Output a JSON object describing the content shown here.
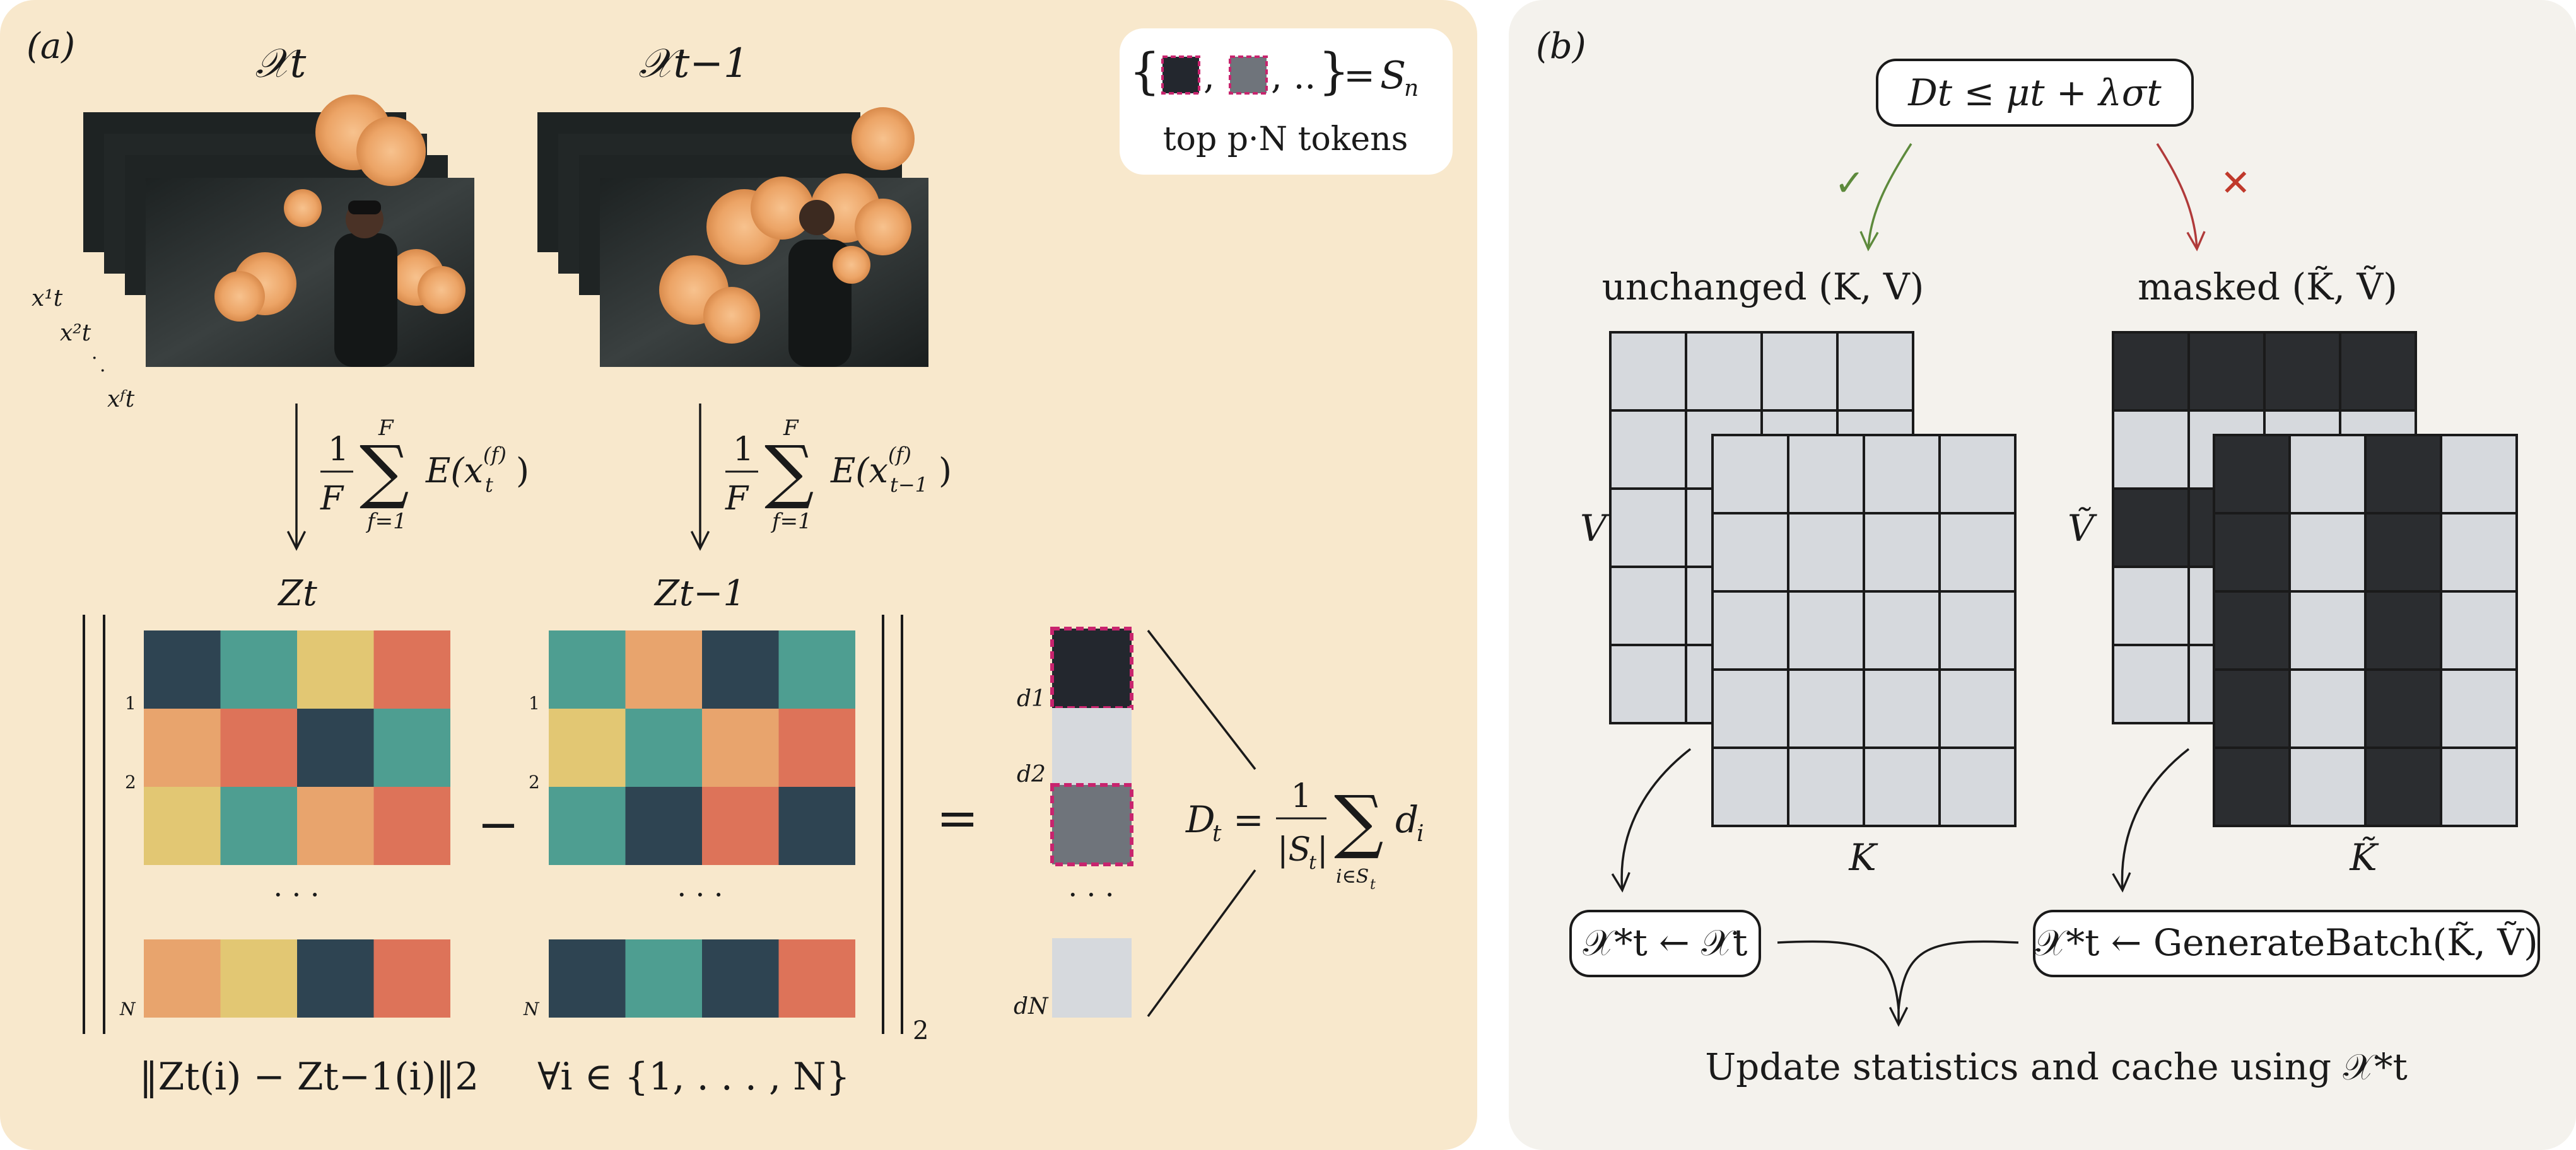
{
  "panel_a": {
    "label": "(a)",
    "frames_t_title": "𝒳t",
    "frames_t1_title": "𝒳t−1",
    "frame_labels": [
      "x¹t",
      "x²t",
      "·",
      "·",
      "xᶠt"
    ],
    "formula_t": "(1/F) Σ_{f=1}^{F} E(x_t^{(f)})",
    "formula_t1": "(1/F) Σ_{f=1}^{F} E(x_{t−1}^{(f)})",
    "legend_set": "{ ■ , ■ , .. } = Sn",
    "legend_caption": "top p·N tokens",
    "z_t_label": "Zt",
    "z_t1_label": "Zt−1",
    "row_labels": [
      "1",
      "2",
      "N"
    ],
    "ellipsis": "· · ·",
    "minus": "−",
    "equals": "=",
    "norm_subscript": "2",
    "d_labels": [
      "d1",
      "d2",
      "dN"
    ],
    "d_formula": "Dt = (1/|St|) Σ_{i∈St} di",
    "bottom_formula_left": "‖Zt(i) − Zt−1(i)‖2",
    "bottom_formula_right": "∀i ∈ {1, . . . , N}",
    "grid_colors": [
      "#2e4452",
      "#4e9e91",
      "#e2c773",
      "#dd7359",
      "#e8a46d"
    ]
  },
  "panel_b": {
    "label": "(b)",
    "condition": "Dt ≤ μt + λσt",
    "check": "✓",
    "cross": "✕",
    "unchanged_label": "unchanged (K, V)",
    "masked_label": "masked (K̃, Ṽ)",
    "v_label": "V",
    "k_label": "K",
    "vt_label": "Ṽ",
    "kt_label": "K̃",
    "result_left": "𝒳*t ← 𝒳t",
    "result_right": "𝒳*t ← GenerateBatch(K̃, Ṽ)",
    "update_text": "Update statistics and cache using 𝒳*t"
  }
}
